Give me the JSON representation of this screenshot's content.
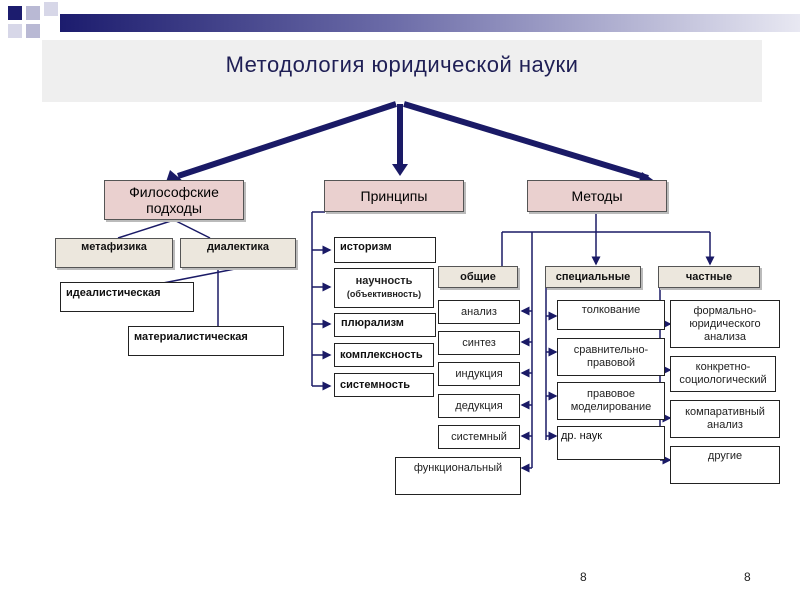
{
  "title": "Методология юридической науки",
  "top": {
    "philosophy": "Философские подходы",
    "principles": "Принципы",
    "methods": "Методы"
  },
  "philosophy_items": {
    "metaphysics": "метафизика",
    "dialectics": "диалектика",
    "idealistic": "идеалистическая",
    "materialistic": "материалистическая"
  },
  "principles_items": [
    "историзм",
    "научность",
    "(объективность)",
    "плюрализм",
    "комплексность",
    "системность"
  ],
  "method_categories": {
    "general": "общие",
    "special": "специальные",
    "private": "частные"
  },
  "general_methods": [
    "анализ",
    "синтез",
    "индукция",
    "дедукция",
    "системный",
    "функциональный"
  ],
  "special_methods": [
    "толкование",
    "сравнительно-правовой",
    "правовое моделирование",
    "др. наук"
  ],
  "private_methods": [
    "формально-юридического анализа",
    "конкретно-социологический",
    "компаративный анализ",
    "другие"
  ],
  "page_numbers": [
    "8",
    "8"
  ],
  "colors": {
    "header_fill": "#ead0cf",
    "tan_fill": "#ece7dd",
    "title_color": "#1f1f55",
    "navy": "#1c1c6e",
    "line": "#1a1a66"
  }
}
